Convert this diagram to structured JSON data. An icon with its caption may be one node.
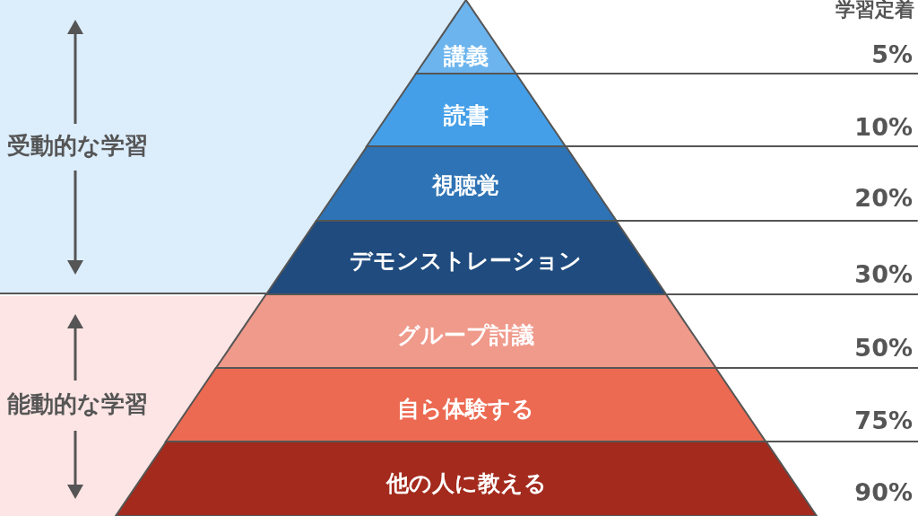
{
  "diagram": {
    "nodes": [
      {
        "text": [
          "受動的な学習"
        ]
      },
      {
        "text": [
          "能動的な学習"
        ]
      },
      {
        "text": [
          "講義"
        ]
      },
      {
        "text": [
          "読書"
        ]
      },
      {
        "text": [
          "視聴覚"
        ]
      },
      {
        "text": [
          "デモンストレーション"
        ]
      },
      {
        "text": [
          "グループ討議"
        ]
      },
      {
        "text": [
          "自ら体験する"
        ]
      },
      {
        "text": [
          "他の人に教える"
        ]
      }
    ],
    "labels": [
      "学習定着",
      "5%",
      "10%",
      "20%",
      "30%",
      "50%",
      "75%",
      "90%"
    ]
  }
}
